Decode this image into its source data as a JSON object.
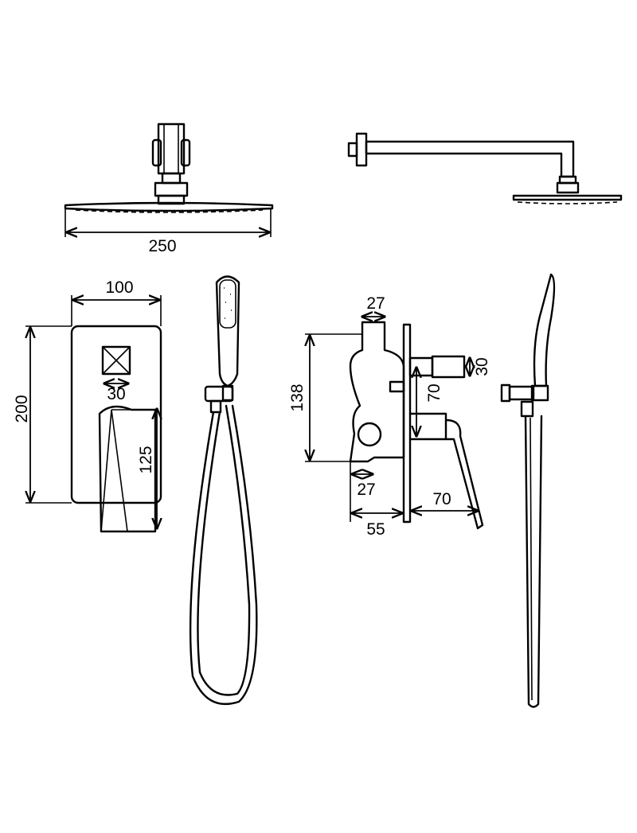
{
  "drawing": {
    "colors": {
      "line": "#000000",
      "background": "#ffffff"
    },
    "dimensions": {
      "rain_head_width": "250",
      "valve_plate_width": "100",
      "valve_plate_height": "200",
      "diverter_knob_width": "30",
      "handle_height": "125",
      "side_top_width": "27",
      "side_body_height": "138",
      "side_handle_drop": "70",
      "side_knob_height": "30",
      "side_bottom_width": "27",
      "side_depth": "55",
      "side_handle_projection": "70"
    }
  }
}
